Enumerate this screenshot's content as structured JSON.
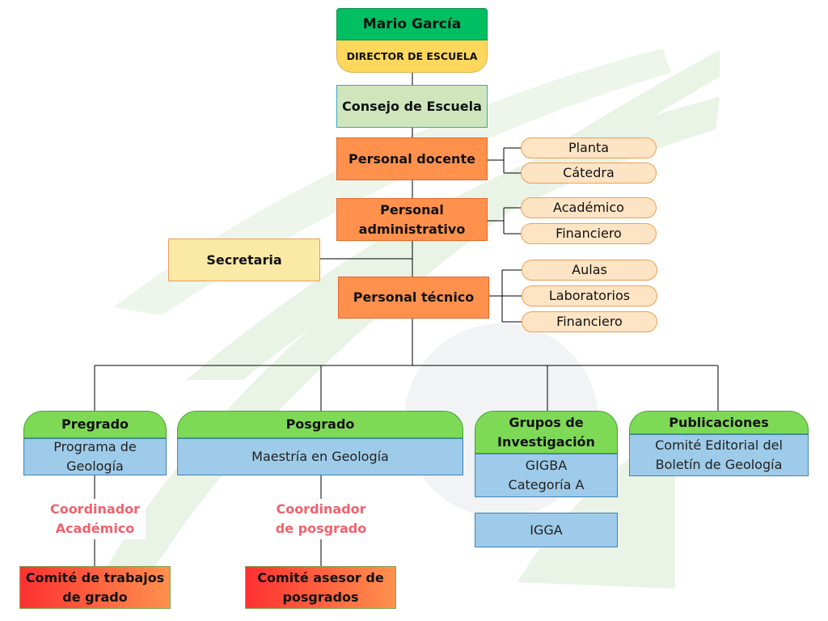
{
  "director": {
    "name": "Mario García",
    "role": "DIRECTOR DE ESCUELA"
  },
  "council": {
    "label": "Consejo de Escuela"
  },
  "staff": {
    "docente": {
      "label": "Personal docente",
      "subs": [
        "Planta",
        "Cátedra"
      ]
    },
    "administrativo": {
      "label": "Personal administrativo",
      "subs": [
        "Académico",
        "Financiero"
      ]
    },
    "tecnico": {
      "label": "Personal técnico",
      "subs": [
        "Aulas",
        "Laboratorios",
        "Financiero"
      ]
    }
  },
  "secretaria": {
    "label": "Secretaria"
  },
  "groups": {
    "pregrado": {
      "header": "Pregrado",
      "program": "Programa de Geología",
      "coordinator": "Coordinador Académico",
      "committee": "Comité de trabajos de grado"
    },
    "posgrado": {
      "header": "Posgrado",
      "program": "Maestría en Geología",
      "coordinator": "Coordinador de posgrado",
      "committee": "Comité asesor de posgrados"
    },
    "investigacion": {
      "header": "Grupos de Investigación",
      "items": [
        "GIGBA Categoría A",
        "IGGA"
      ]
    },
    "publicaciones": {
      "header": "Publicaciones",
      "item": "Comité Editorial del Boletín de Geología"
    }
  },
  "colors": {
    "director_header": "#00bf63",
    "director_role": "#fdd85d",
    "council": "#cfe6bd",
    "staff": "#ff914d",
    "sub_pill": "#fde4c4",
    "secretaria": "#fbeaa6",
    "group_header": "#7ed957",
    "blue_box": "#9ecbe9",
    "coordinator_text": "#f0616c",
    "committee_gradient": [
      "#ff3131",
      "#ff914d"
    ],
    "background_watermark": "#e9f3e6"
  }
}
